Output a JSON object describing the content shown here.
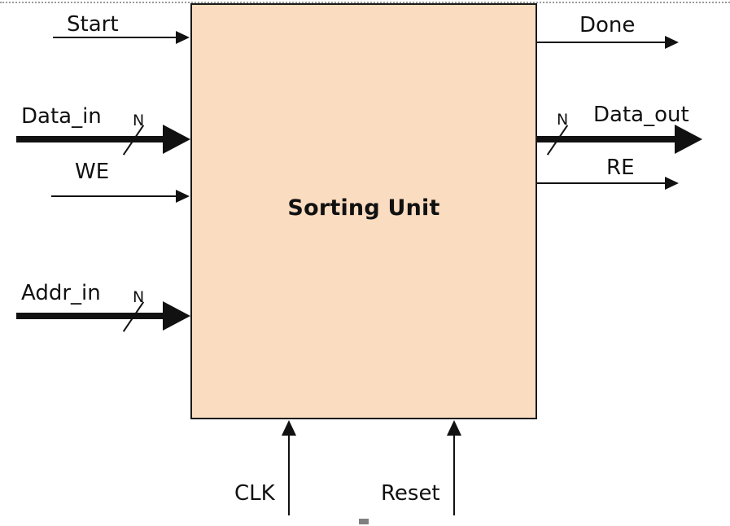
{
  "diagram": {
    "title": "Sorting Unit",
    "block": {
      "label": "Sorting Unit",
      "fill_color": "#fadcc0",
      "border_color": "#1a1a1a"
    },
    "selection": {
      "top_handle": "resize-handle-top",
      "bottom_handle": "resize-handle-bottom",
      "frame_style": "dotted"
    },
    "inputs": [
      {
        "label": "Start",
        "bus": false,
        "width_label": ""
      },
      {
        "label": "Data_in",
        "bus": true,
        "width_label": "N"
      },
      {
        "label": "WE",
        "bus": false,
        "width_label": ""
      },
      {
        "label": "Addr_in",
        "bus": true,
        "width_label": "N"
      }
    ],
    "outputs": [
      {
        "label": "Done",
        "bus": false,
        "width_label": ""
      },
      {
        "label": "Data_out",
        "bus": true,
        "width_label": "N"
      },
      {
        "label": "RE",
        "bus": false,
        "width_label": ""
      }
    ],
    "control": [
      {
        "label": "CLK"
      },
      {
        "label": "Reset"
      }
    ]
  }
}
